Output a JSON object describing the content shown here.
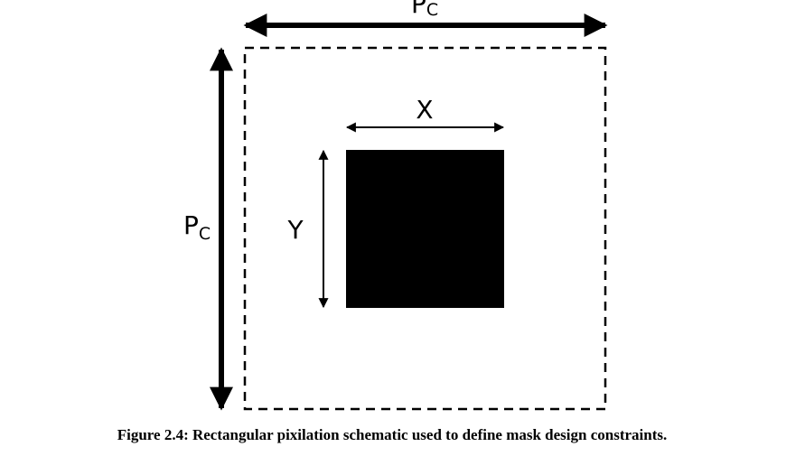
{
  "diagram": {
    "pitch_label": {
      "base": "P",
      "subscript": "C"
    },
    "width_label": "X",
    "height_label": "Y",
    "caption": "Figure 2.4: Rectangular pixilation schematic used to define mask design constraints.",
    "colors": {
      "ink": "#000000",
      "background": "#ffffff"
    }
  }
}
